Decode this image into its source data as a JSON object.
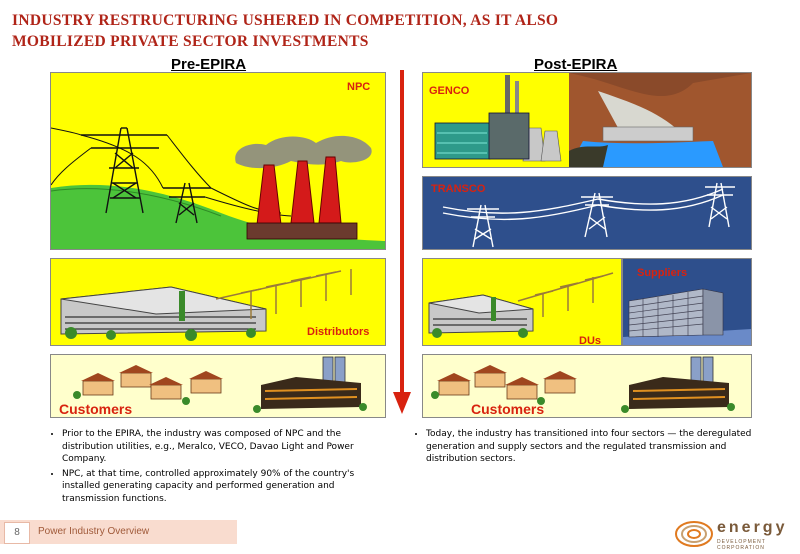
{
  "title": {
    "line1": "INDUSTRY RESTRUCTURING USHERED IN COMPETITION,  AS IT ALSO",
    "line2": "MOBILIZED PRIVATE SECTOR INVESTMENTS"
  },
  "pre": {
    "heading": "Pre-EPIRA",
    "npc_label": "NPC",
    "distributors_label": "Distributors",
    "customers_label": "Customers",
    "bullets": [
      "Prior to the EPIRA, the industry was composed of NPC and the distribution utilities, e.g., Meralco, VECO, Davao Light and Power Company.",
      "NPC, at that time, controlled approximately 90% of the country's installed generating capacity and performed generation and transmission functions."
    ]
  },
  "post": {
    "heading": "Post-EPIRA",
    "genco_label": "GENCO",
    "transco_label": "TRANSCO",
    "suppliers_label": "Suppliers",
    "dus_label": "DUs",
    "customers_label": "Customers",
    "bullets": [
      "Today, the industry has transitioned into four sectors — the deregulated generation and supply sectors and the regulated transmission and distribution sectors."
    ]
  },
  "footer": {
    "page_number": "8",
    "text": "Power Industry Overview"
  },
  "logo": {
    "name": "energy",
    "sub": "DEVELOPMENT CORPORATION"
  },
  "colors": {
    "title": "#b02418",
    "panel_yellow": "#ffff00",
    "panel_light": "#ffffcc",
    "transco_blue": "#2e4f8c",
    "arrow_red": "#d8220f"
  }
}
